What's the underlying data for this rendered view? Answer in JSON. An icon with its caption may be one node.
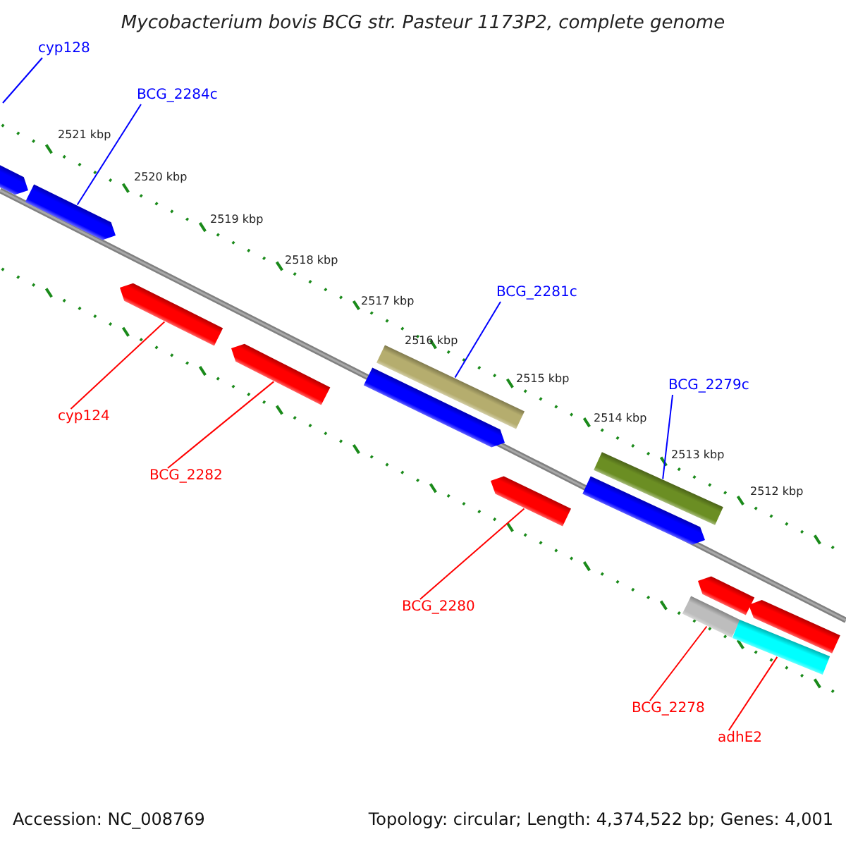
{
  "diagram": {
    "title": "Mycobacterium bovis BCG str. Pasteur 1173P2, complete genome",
    "nodes": [
      {
        "text": [
          "cyp128"
        ]
      },
      {
        "text": [
          "BCG_2284c"
        ]
      },
      {
        "text": [
          "cyp124"
        ]
      },
      {
        "text": [
          "BCG_2282"
        ]
      },
      {
        "text": [
          "BCG_2281c"
        ]
      },
      {
        "text": [
          "BCG_2279c"
        ]
      },
      {
        "text": [
          "BCG_2280"
        ]
      },
      {
        "text": [
          "BCG_2278"
        ]
      },
      {
        "text": [
          "adhE2"
        ]
      },
      {
        "text": [],
        "shape": "arrow"
      },
      {
        "text": [],
        "shape": "arrow"
      },
      {
        "text": [],
        "shape": "arrow"
      },
      {
        "text": [],
        "shape": "arrow"
      },
      {
        "text": [],
        "shape": "bar"
      },
      {
        "text": [],
        "shape": "arrow"
      },
      {
        "text": [],
        "shape": "arrow"
      },
      {
        "text": [],
        "shape": "bar"
      },
      {
        "text": [],
        "shape": "arrow"
      },
      {
        "text": [],
        "shape": "arrow"
      },
      {
        "text": [],
        "shape": "arrow"
      },
      {
        "text": [],
        "shape": "bar"
      },
      {
        "text": [],
        "shape": "bar"
      }
    ],
    "edges": [
      {
        "from": 0,
        "to": null,
        "arrow": "none",
        "color": "#0000ff"
      },
      {
        "from": 1,
        "to": 10,
        "arrow": "none",
        "color": "#0000ff"
      },
      {
        "from": 2,
        "to": 11,
        "arrow": "none",
        "color": "#ff0000"
      },
      {
        "from": 3,
        "to": 12,
        "arrow": "none",
        "color": "#ff0000"
      },
      {
        "from": 4,
        "to": 13,
        "arrow": "none",
        "color": "#0000ff"
      },
      {
        "from": 5,
        "to": 16,
        "arrow": "none",
        "color": "#0000ff"
      },
      {
        "from": 6,
        "to": 15,
        "arrow": "none",
        "color": "#ff0000"
      },
      {
        "from": 7,
        "to": 20,
        "arrow": "none",
        "color": "#ff0000"
      },
      {
        "from": 8,
        "to": 21,
        "arrow": "none",
        "color": "#ff0000"
      }
    ],
    "labels": [
      "2521 kbp",
      "2520 kbp",
      "2519 kbp",
      "2518 kbp",
      "2517 kbp",
      "2516 kbp",
      "2515 kbp",
      "2514 kbp",
      "2513 kbp",
      "2512 kbp",
      "Accession: NC_008769",
      "Topology: circular; Length: 4,374,522 bp; Genes: 4,001"
    ]
  }
}
